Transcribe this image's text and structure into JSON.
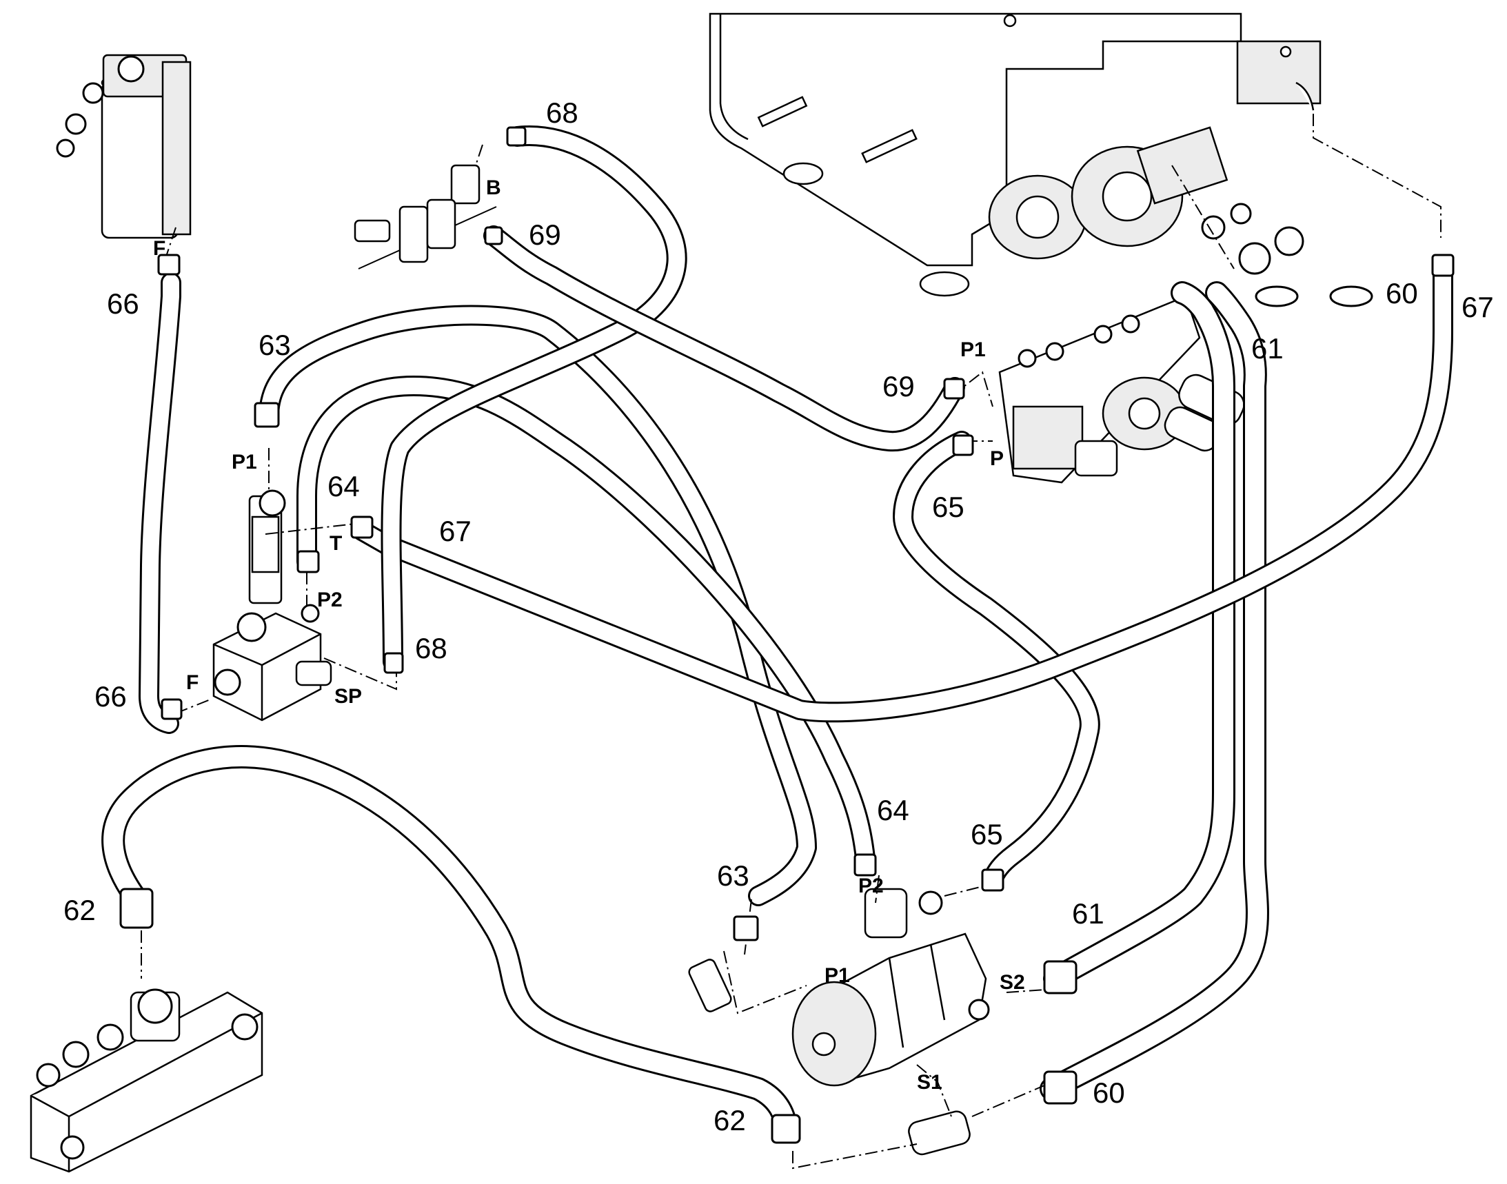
{
  "hoses": [
    {
      "id": "60",
      "labels": [
        "60",
        "60"
      ]
    },
    {
      "id": "61",
      "labels": [
        "61",
        "61"
      ]
    },
    {
      "id": "62",
      "labels": [
        "62",
        "62"
      ]
    },
    {
      "id": "63",
      "labels": [
        "63",
        "63"
      ]
    },
    {
      "id": "64",
      "labels": [
        "64",
        "64"
      ]
    },
    {
      "id": "65",
      "labels": [
        "65",
        "65"
      ]
    },
    {
      "id": "66",
      "labels": [
        "66",
        "66"
      ]
    },
    {
      "id": "67",
      "labels": [
        "67",
        "67"
      ]
    },
    {
      "id": "68",
      "labels": [
        "68",
        "68"
      ]
    },
    {
      "id": "69",
      "labels": [
        "69",
        "69"
      ]
    }
  ],
  "ports": {
    "filter_top_f": "F",
    "valve_b": "B",
    "manifold_p1": "P1",
    "manifold_p": "P",
    "block_p1": "P1",
    "block_t": "T",
    "block_p2": "P2",
    "block_f": "F",
    "block_sp": "SP",
    "pump_p2": "P2",
    "pump_p1": "P1",
    "pump_s2": "S2",
    "pump_s1": "S1"
  }
}
